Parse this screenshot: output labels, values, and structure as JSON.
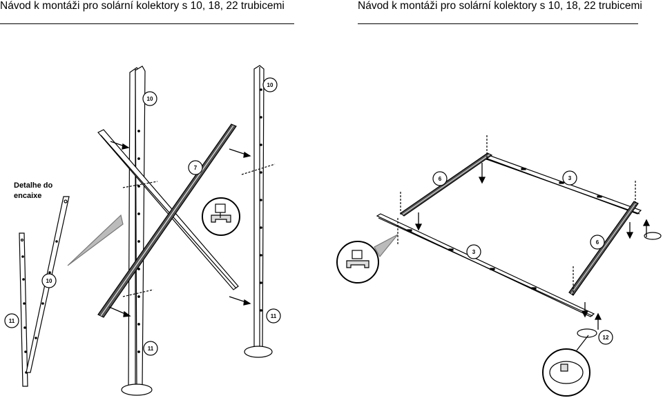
{
  "pages": [
    {
      "title": "Návod k montáži pro solární kolektory s 10, 18, 22 trubicemi"
    },
    {
      "title": "Návod k montáži pro solární kolektory s 10, 18, 22 trubicemi"
    }
  ],
  "left_figure": {
    "detail_label_line1": "Detalhe do",
    "detail_label_line2": "encaixe",
    "callouts": [
      "10",
      "7",
      "10",
      "11",
      "10",
      "11",
      "11"
    ]
  },
  "right_figure": {
    "callouts": [
      "6",
      "3",
      "3",
      "6",
      "12"
    ]
  }
}
